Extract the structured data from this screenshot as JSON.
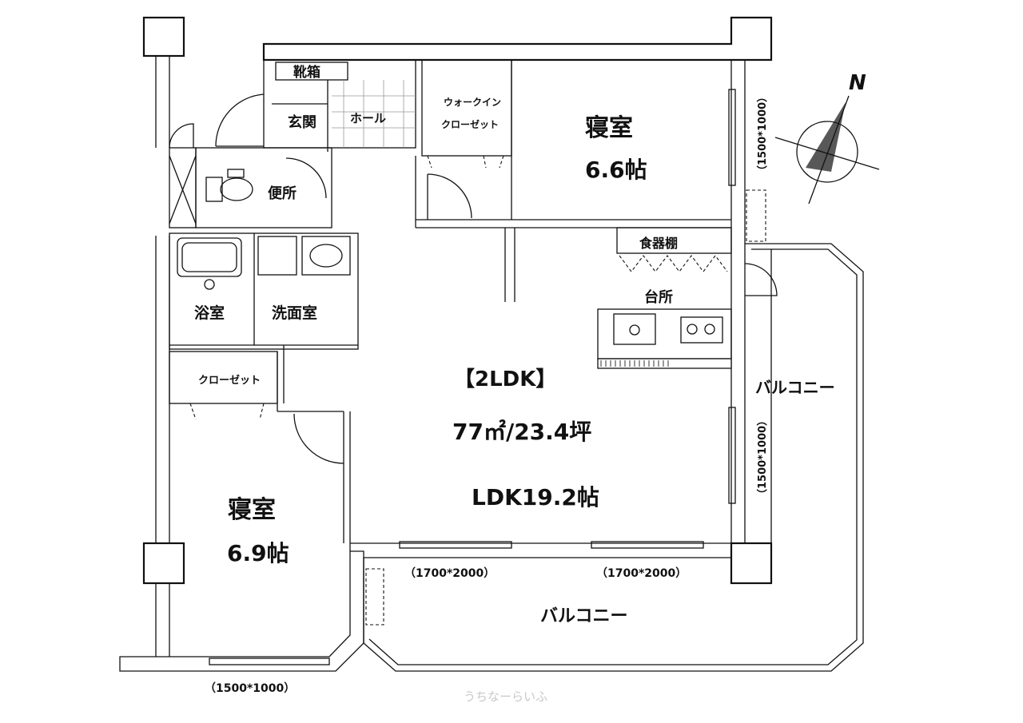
{
  "plan": {
    "type": "2LDK",
    "type_label": "【2LDK】",
    "area_text": "77㎡/23.4坪",
    "ldk_text": "LDK19.2帖",
    "compass_label": "N",
    "watermark": "うちなーらいふ"
  },
  "rooms": {
    "bedroom1_name": "寝室",
    "bedroom1_size": "6.6帖",
    "bedroom2_name": "寝室",
    "bedroom2_size": "6.9帖",
    "walkin_line1": "ウォークイン",
    "walkin_line2": "クローゼット",
    "shoebox": "靴箱",
    "entrance": "玄関",
    "hall": "ホール",
    "toilet": "便所",
    "bath": "浴室",
    "washroom": "洗面室",
    "closet": "クローゼット",
    "cupboard": "食器棚",
    "kitchen": "台所",
    "balcony_east": "バルコニー",
    "balcony_south": "バルコニー"
  },
  "windows": {
    "east_upper": "（1500*1000）",
    "east_lower": "（1500*1000）",
    "south_left": "（1700*2000）",
    "south_right": "（1700*2000）",
    "bottom": "（1500*1000）"
  }
}
